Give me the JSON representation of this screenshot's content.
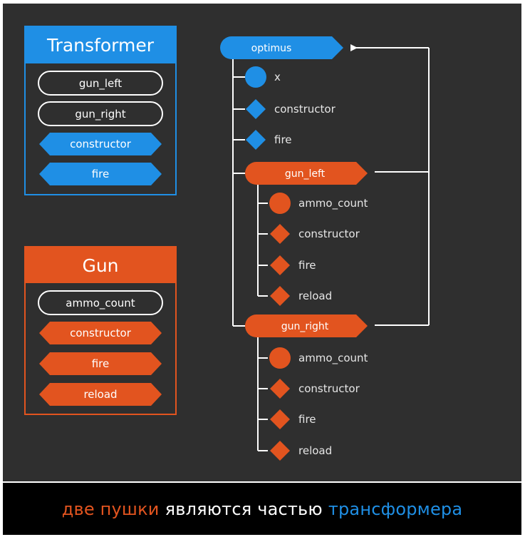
{
  "colors": {
    "background": "#2f2f2f",
    "caption_background": "#000000",
    "blue": "#1f8fe5",
    "orange": "#e2541f",
    "line": "#ffffff",
    "text": "#ffffff",
    "muted_text": "#e6e6e6"
  },
  "classes": {
    "transformer": {
      "title": "Transformer",
      "members": [
        {
          "label": "gun_left",
          "kind": "property"
        },
        {
          "label": "gun_right",
          "kind": "property"
        },
        {
          "label": "constructor",
          "kind": "method"
        },
        {
          "label": "fire",
          "kind": "method"
        }
      ]
    },
    "gun": {
      "title": "Gun",
      "members": [
        {
          "label": "ammo_count",
          "kind": "property"
        },
        {
          "label": "constructor",
          "kind": "method"
        },
        {
          "label": "fire",
          "kind": "method"
        },
        {
          "label": "reload",
          "kind": "method"
        }
      ]
    }
  },
  "tree": {
    "root": "optimus",
    "root_children": [
      {
        "label": "x",
        "icon": "circle-icon"
      },
      {
        "label": "constructor",
        "icon": "diamond-icon"
      },
      {
        "label": "fire",
        "icon": "diamond-icon"
      }
    ],
    "gun_left": {
      "label": "gun_left",
      "children": [
        {
          "label": "ammo_count",
          "icon": "circle-icon"
        },
        {
          "label": "constructor",
          "icon": "diamond-icon"
        },
        {
          "label": "fire",
          "icon": "diamond-icon"
        },
        {
          "label": "reload",
          "icon": "diamond-icon"
        }
      ]
    },
    "gun_right": {
      "label": "gun_right",
      "children": [
        {
          "label": "ammo_count",
          "icon": "circle-icon"
        },
        {
          "label": "constructor",
          "icon": "diamond-icon"
        },
        {
          "label": "fire",
          "icon": "diamond-icon"
        },
        {
          "label": "reload",
          "icon": "diamond-icon"
        }
      ]
    }
  },
  "caption": {
    "part1": "две пушки",
    "part2": "являются частью",
    "part3": "трансформера"
  }
}
